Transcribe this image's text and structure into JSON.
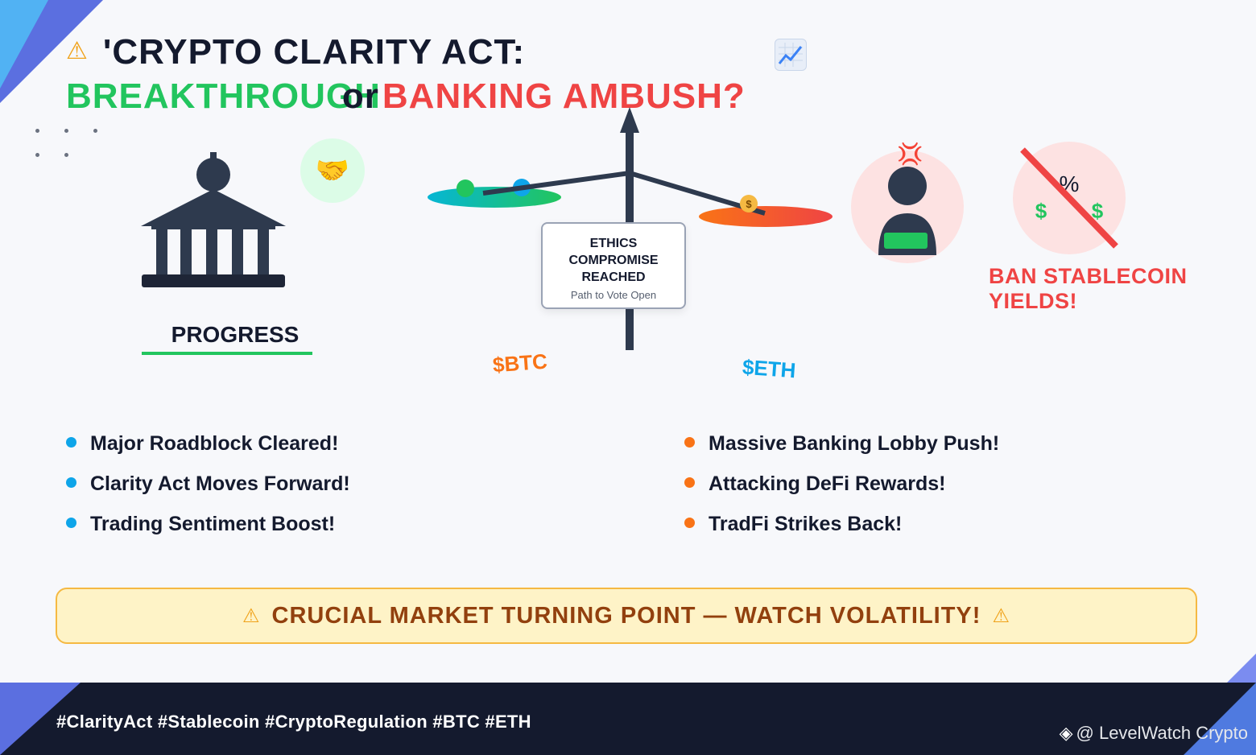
{
  "title": {
    "warn_icon": "⚠",
    "line1": "'CRYPTO CLARITY ACT:",
    "breakthrough": "BREAKTHROUGH",
    "or": "or",
    "ambush": "BANKING AMBUSH?"
  },
  "icons": {
    "chart_emoji": "chart-increasing-icon",
    "handshake": "🤝",
    "angry": "💢",
    "percent": "%",
    "dollar": "$",
    "moneybag": "$"
  },
  "left": {
    "progress_label": "PROGRESS"
  },
  "scale": {
    "ethics_line1": "ETHICS",
    "ethics_line2": "COMPROMISE",
    "ethics_line3": "REACHED",
    "ethics_sub": "Path to Vote Open",
    "btc_label": "$BTC",
    "eth_label": "$ETH"
  },
  "right": {
    "ban_line1": "BAN STABLECOIN",
    "ban_line2": "YIELDS!"
  },
  "bullets_left": [
    "Major Roadblock Cleared!",
    "Clarity Act Moves Forward!",
    "Trading Sentiment Boost!"
  ],
  "bullets_right": [
    "Massive Banking Lobby Push!",
    "Attacking DeFi Rewards!",
    "TradFi Strikes Back!"
  ],
  "banner": {
    "icon": "⚠",
    "text": "CRUCIAL MARKET TURNING POINT — WATCH VOLATILITY!"
  },
  "footer": {
    "hashtags": "#ClarityAct #Stablecoin #CryptoRegulation #BTC #ETH",
    "brand": "@ LevelWatch Crypto"
  },
  "colors": {
    "green": "#22c55e",
    "red": "#ef4444",
    "navy": "#141a2e",
    "orange": "#f97316",
    "blue": "#0ea5e9"
  }
}
